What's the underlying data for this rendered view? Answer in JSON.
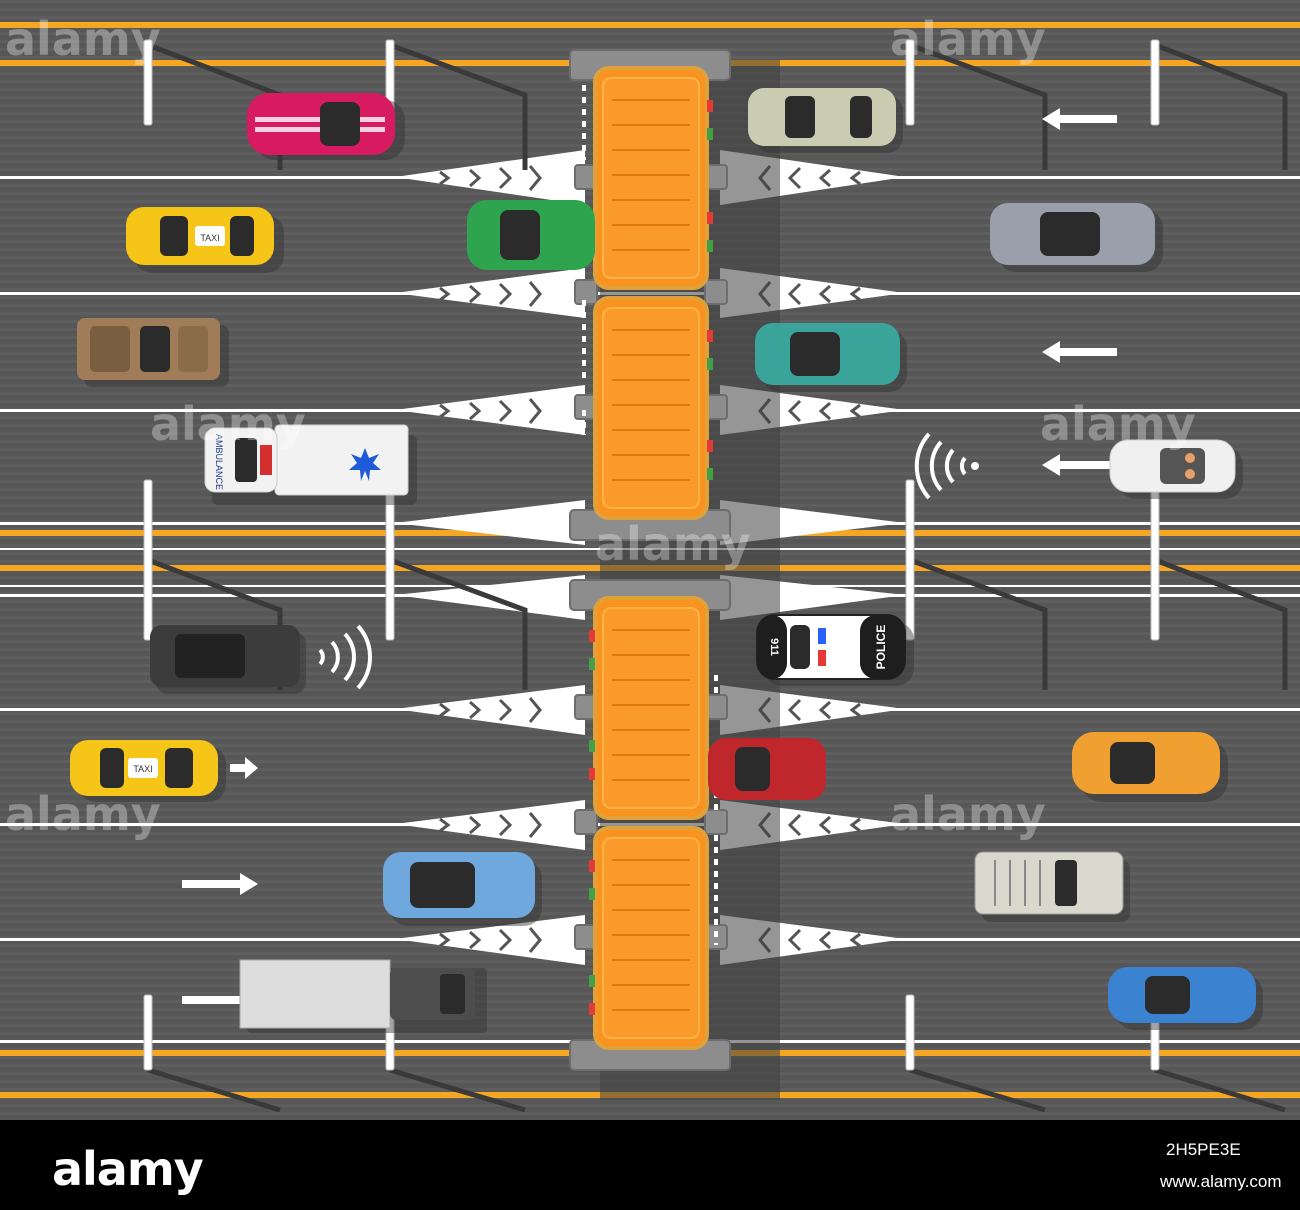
{
  "scene": {
    "title": "Toll road plaza, top view",
    "colors": {
      "asphalt": "#5a5a5a",
      "stripe": "#f5a623",
      "line": "#ffffff",
      "booth": "#f7931e",
      "booth_border": "#e8a33a"
    }
  },
  "vehicles": [
    {
      "kind": "sports-car",
      "color": "#d81b60",
      "direction": "left"
    },
    {
      "kind": "sedan",
      "color": "#c9ccb1",
      "direction": "left"
    },
    {
      "kind": "taxi",
      "color": "#f5c518",
      "label": "TAXI",
      "direction": "right"
    },
    {
      "kind": "sports-car",
      "color": "#2ea44f",
      "direction": "right"
    },
    {
      "kind": "suv",
      "color": "#9aa0ab",
      "direction": "left"
    },
    {
      "kind": "pickup",
      "color": "#a07d58",
      "direction": "left"
    },
    {
      "kind": "sedan",
      "color": "#3aa39a",
      "direction": "left"
    },
    {
      "kind": "ambulance",
      "color": "#f2f2f2",
      "label": "AMBULANCE",
      "direction": "right"
    },
    {
      "kind": "convertible",
      "color": "#f0f0f0",
      "direction": "left"
    },
    {
      "kind": "suv",
      "color": "#3c3c3c",
      "direction": "right"
    },
    {
      "kind": "police",
      "color": "#ffffff",
      "label": "POLICE",
      "number": "911",
      "direction": "left"
    },
    {
      "kind": "taxi",
      "color": "#f5c518",
      "label": "TAXI",
      "direction": "right"
    },
    {
      "kind": "sports-car",
      "color": "#c0272d",
      "direction": "left"
    },
    {
      "kind": "sports-car",
      "color": "#f0a030",
      "direction": "left"
    },
    {
      "kind": "sedan",
      "color": "#6fa8dc",
      "direction": "right"
    },
    {
      "kind": "jeep",
      "color": "#d8d8cc",
      "direction": "left"
    },
    {
      "kind": "truck",
      "color": "#dcdcdc",
      "direction": "right"
    },
    {
      "kind": "sports-car",
      "color": "#3b82d1",
      "direction": "left"
    }
  ],
  "watermark": "alamy",
  "footer": {
    "brand": "alamy",
    "image_code": "2H5PE3E",
    "url": "www.alamy.com"
  }
}
